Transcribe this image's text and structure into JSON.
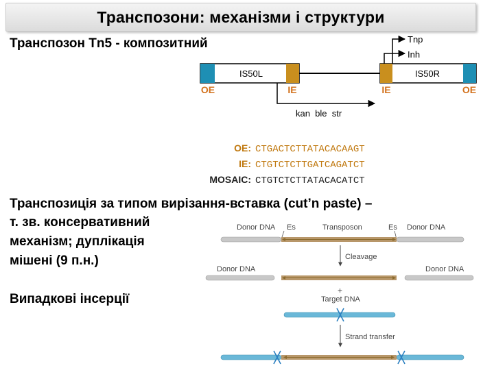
{
  "title": "Транспозони: механізми і структури",
  "subtitle": "Транспозон Tn5 - композитний",
  "paragraph1": [
    "Транспозиція за типом вирізання-вставка (cut’n paste) –",
    "т. зв. консервативний",
    "механізм; дуплікація",
    "мішені (9 п.н.)"
  ],
  "paragraph2": "Випадкові інсерції",
  "tn5": {
    "left_is": "IS50L",
    "right_is": "IS50R",
    "oe": "OE",
    "ie": "IE",
    "tnp": "Tnp",
    "inh": "Inh",
    "genes": "kan  ble  str"
  },
  "sequences": [
    {
      "label": "OE:",
      "seq": "CTGACTCTTATACACAAGT",
      "color": "#c0780e"
    },
    {
      "label": "IE:",
      "seq": "CTGTCTCTTGATCAGATCT",
      "color": "#c0780e"
    },
    {
      "label": "MOSAIC:",
      "seq": "CTGTCTCTTATACACATCT",
      "color": "#222222"
    }
  ],
  "mechanism": {
    "donor_dna_left": "Donor DNA",
    "es_left": "Es",
    "transposon": "Transposon",
    "es_right": "Es",
    "donor_dna_right": "Donor DNA",
    "cleavage": "Cleavage",
    "plus": "+",
    "target_dna": "Target DNA",
    "strand_transfer": "Strand transfer"
  },
  "colors": {
    "teal": "#1e8fb4",
    "ochre": "#c98f1e",
    "orange_text": "#d2711c",
    "donor": "#c8c8c8",
    "transposon": "#b8976a",
    "target": "#6ab8d8",
    "cross": "#2a7fc0"
  }
}
